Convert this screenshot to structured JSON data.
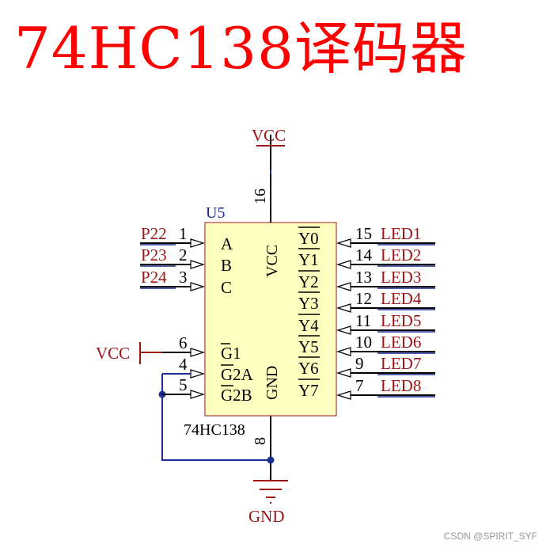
{
  "title": "74HC138译码器",
  "chip": {
    "designator": "U5",
    "part": "74HC138",
    "inputs": [
      {
        "net": "P22",
        "pin": "1",
        "name": "A"
      },
      {
        "net": "P23",
        "pin": "2",
        "name": "B"
      },
      {
        "net": "P24",
        "pin": "3",
        "name": "C"
      }
    ],
    "enables": [
      {
        "pin": "6",
        "name": "G1",
        "bar": "G"
      },
      {
        "pin": "4",
        "name": "2A",
        "bar": "G"
      },
      {
        "pin": "5",
        "name": "2B",
        "bar": "G"
      }
    ],
    "vcc_pin": {
      "pin": "16",
      "name": "VCC"
    },
    "gnd_pin": {
      "pin": "8",
      "name": "GND"
    },
    "outputs": [
      {
        "name": "Y0",
        "pin": "15",
        "net": "LED1"
      },
      {
        "name": "Y1",
        "pin": "14",
        "net": "LED2"
      },
      {
        "name": "Y2",
        "pin": "13",
        "net": "LED3"
      },
      {
        "name": "Y3",
        "pin": "12",
        "net": "LED4"
      },
      {
        "name": "Y4",
        "pin": "11",
        "net": "LED5"
      },
      {
        "name": "Y5",
        "pin": "10",
        "net": "LED6"
      },
      {
        "name": "Y6",
        "pin": "9",
        "net": "LED7"
      },
      {
        "name": "Y7",
        "pin": "7",
        "net": "LED8"
      }
    ]
  },
  "power": {
    "vcc_top": "VCC",
    "vcc_g1": "VCC",
    "gnd": "GND"
  },
  "watermark": "CSDN @SPIRIT_SYF",
  "colors": {
    "title": "#ff0000",
    "chip_fill": "#ffffc0",
    "chip_border": "#9c1414",
    "wire": "#1b2f94",
    "pin": "#000000",
    "power": "#9c1414",
    "net_label": "#9c1414"
  }
}
